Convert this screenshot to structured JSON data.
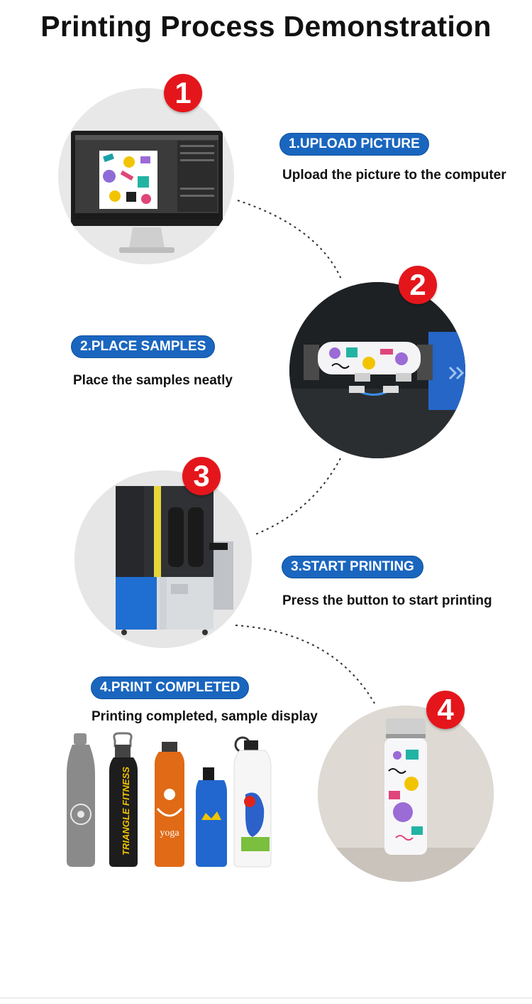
{
  "page": {
    "title": "Printing Process Demonstration"
  },
  "colors": {
    "step_badge": "#e4161b",
    "label_pill": "#1a66bf",
    "text": "#111111"
  },
  "steps": [
    {
      "number": "1",
      "label": "1.UPLOAD PICTURE",
      "description": "Upload the picture to the computer",
      "illustration": "computer-monitor-icon"
    },
    {
      "number": "2",
      "label": "2.PLACE SAMPLES",
      "description": "Place the samples neatly",
      "illustration": "rotary-fixture-icon"
    },
    {
      "number": "3",
      "label": "3.START PRINTING",
      "description": "Press the button to start printing",
      "illustration": "printer-machine-icon"
    },
    {
      "number": "4",
      "label": "4.PRINT COMPLETED",
      "description": "Printing completed, sample display",
      "illustration": "printed-bottle-icon"
    }
  ],
  "samples": {
    "bottle_2_text": "TRIANGLE FITNESS",
    "bottle_3_text": "yoga"
  }
}
